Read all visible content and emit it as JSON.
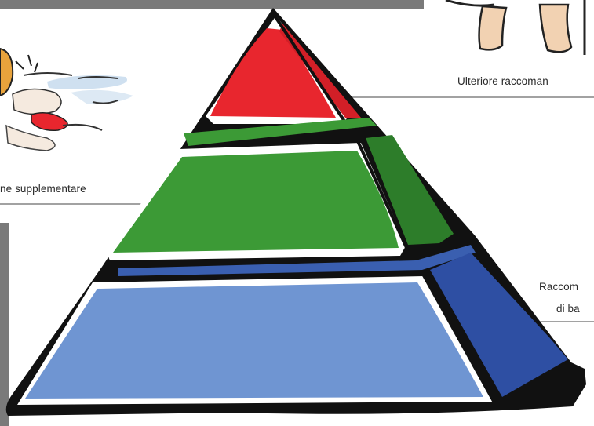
{
  "labels": {
    "top": "Ulteriore raccoman",
    "middle": "ne supplementare",
    "base_line1": "Raccom",
    "base_line2": "di ba"
  },
  "colors": {
    "tier_top": "#e8262e",
    "tier_middle": "#3c9a36",
    "tier_base": "#6f95d2",
    "tier_base_side": "#2e4fa3",
    "outline": "#111111",
    "grey_frame": "#7a7a7a"
  },
  "icons": {
    "top_left_sketch": "food-sketch-icon",
    "top_right_sketch": "figure-legs-icon"
  }
}
